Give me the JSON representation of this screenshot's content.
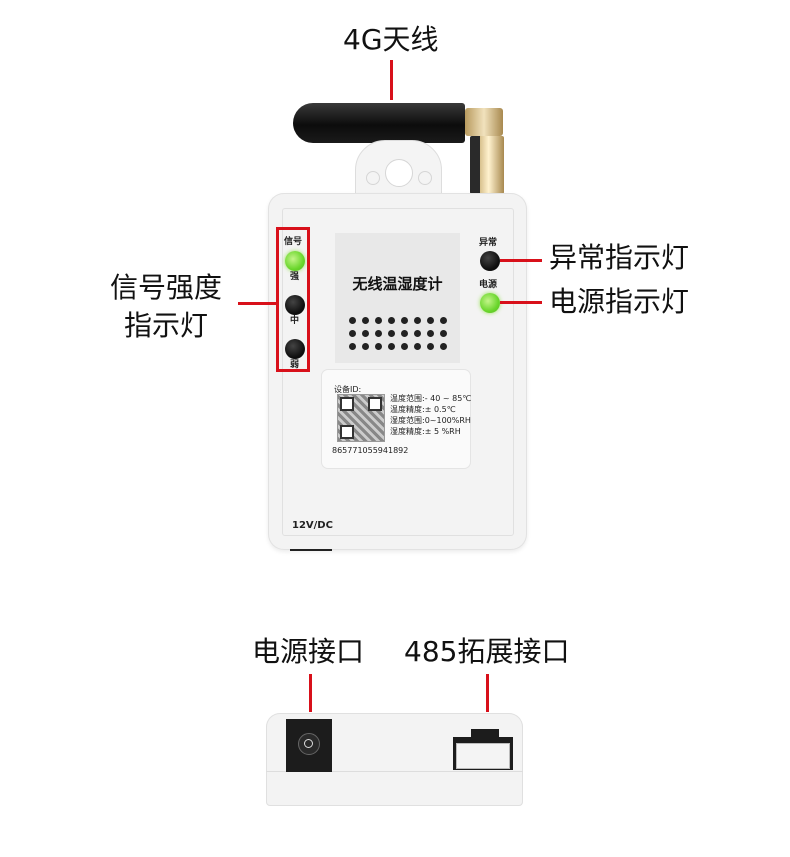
{
  "callouts": {
    "antenna": "4G天线",
    "signal_line1": "信号强度",
    "signal_line2": "指示灯",
    "alarm": "异常指示灯",
    "power": "电源指示灯",
    "power_port": "电源接口",
    "rs485_port": "485拓展接口"
  },
  "device": {
    "title": "无线温湿度计",
    "signal_label": "信号",
    "signal_levels": [
      "强",
      "中",
      "弱"
    ],
    "alarm_label": "异常",
    "power_label": "电源",
    "power_input": "12V/DC"
  },
  "label_sticker": {
    "device_id_label": "设备ID:",
    "device_id": "865771055941892",
    "specs": [
      {
        "name": "温度范围:",
        "value": "- 40 ~ 85℃"
      },
      {
        "name": "温度精度:",
        "value": "± 0.5℃"
      },
      {
        "name": "湿度范围:",
        "value": "0~100%RH"
      },
      {
        "name": "湿度精度:",
        "value": "± 5 %RH"
      }
    ]
  },
  "colors": {
    "callout_line": "#d8101a",
    "led_on": "#6ad62c",
    "led_off": "#111111",
    "housing": "#f2f2f2"
  }
}
